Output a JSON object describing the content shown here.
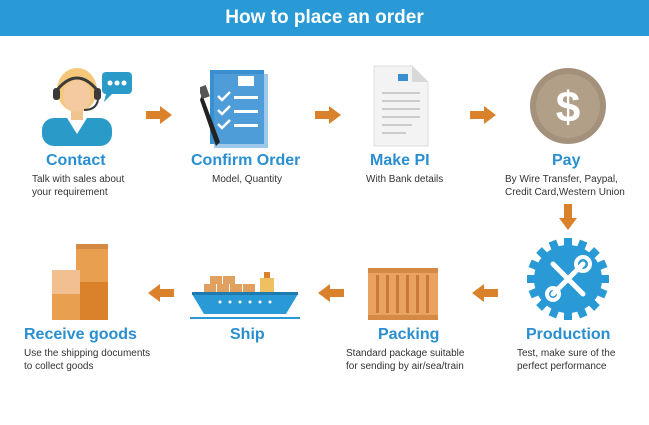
{
  "header": {
    "title": "How to place an order"
  },
  "steps": [
    {
      "title": "Contact",
      "desc1": "Talk with sales about",
      "desc2": "your requirement"
    },
    {
      "title": "Confirm Order",
      "desc1": "Model, Quantity",
      "desc2": ""
    },
    {
      "title": "Make PI",
      "desc1": "With Bank details",
      "desc2": ""
    },
    {
      "title": "Pay",
      "desc1": "By Wire Transfer, Paypal,",
      "desc2": "Credit Card,Western Union"
    },
    {
      "title": "Production",
      "desc1": "Test, make sure of the",
      "desc2": "perfect performance"
    },
    {
      "title": "Packing",
      "desc1": "Standard package suitable",
      "desc2": "for sending by air/sea/train"
    },
    {
      "title": "Ship",
      "desc1": "",
      "desc2": ""
    },
    {
      "title": "Receive goods",
      "desc1": "Use the shipping documents",
      "desc2": "to collect goods"
    }
  ],
  "colors": {
    "header": "#2a9ad6",
    "title": "#2a8fd0",
    "arrow": "#d9822b"
  },
  "icons": [
    "headset-agent-icon",
    "checklist-pen-icon",
    "document-icon",
    "dollar-coin-icon",
    "wrench-gear-icon",
    "crate-icon",
    "cargo-ship-icon",
    "boxes-icon"
  ]
}
